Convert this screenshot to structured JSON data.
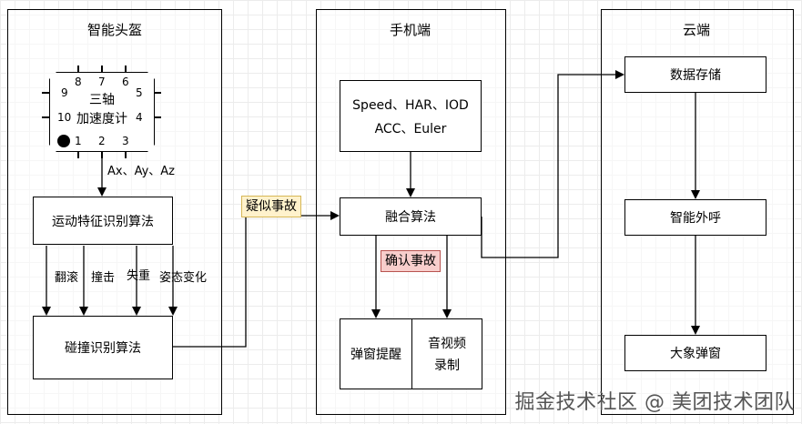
{
  "lanes": {
    "helmet": {
      "title": "智能头盔"
    },
    "phone": {
      "title": "手机端"
    },
    "cloud": {
      "title": "云端"
    }
  },
  "helmet": {
    "sensor": {
      "name_line1": "三轴",
      "name_line2": "加速度计",
      "pins_top": [
        "8",
        "7",
        "6"
      ],
      "pins_left": [
        "9",
        "10"
      ],
      "pins_right": [
        "5",
        "4"
      ],
      "pins_bottom": [
        "1",
        "2",
        "3"
      ]
    },
    "accel_label": "Ax、Ay、Az",
    "motion_algo": "运动特征识别算法",
    "features": [
      "翻滚",
      "撞击",
      "失重",
      "姿态变化"
    ],
    "collision_algo": "碰撞识别算法"
  },
  "suspected_label": "疑似事故",
  "phone": {
    "metrics_line1": "Speed、HAR、IOD",
    "metrics_line2": "ACC、Euler",
    "fusion_algo": "融合算法",
    "confirmed_label": "确认事故",
    "popup_reminder": "弹窗提醒",
    "av_record_line1": "音视频",
    "av_record_line2": "录制"
  },
  "cloud": {
    "storage": "数据存储",
    "smart_call": "智能外呼",
    "daxiang_popup": "大象弹窗"
  },
  "watermark": "掘金技术社区 @ 美团技术团队",
  "colors": {
    "suspected_fill": "#fff2cc",
    "suspected_border": "#d6b656",
    "confirmed_fill": "#f8cecc",
    "confirmed_border": "#b85450"
  }
}
